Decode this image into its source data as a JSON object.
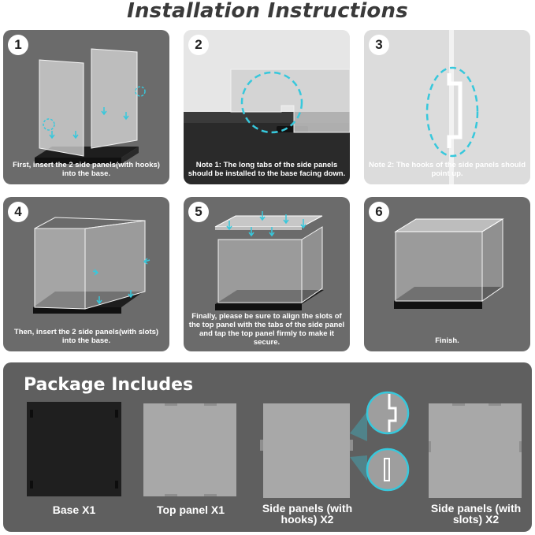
{
  "title": "Installation Instructions",
  "steps": [
    {
      "num": "1",
      "caption": "First, insert the 2 side panels(with hooks) into the base."
    },
    {
      "num": "2",
      "caption": "Note 1: The long tabs of the side panels should be installed to the base facing down."
    },
    {
      "num": "3",
      "caption": "Note 2: The hooks of the side panels should point up."
    },
    {
      "num": "4",
      "caption": "Then, insert the 2 side panels(with slots) into the base."
    },
    {
      "num": "5",
      "caption": "Finally, please be sure to align the slots of the top panel with the tabs of the side panel and tap the top panel firmly to make it secure."
    },
    {
      "num": "6",
      "caption": "Finish."
    }
  ],
  "package": {
    "title": "Package Includes",
    "items": [
      {
        "label": "Base X1"
      },
      {
        "label": "Top panel X1"
      },
      {
        "label": "Side panels (with hooks) X2"
      },
      {
        "label": "Side panels (with slots) X2"
      }
    ]
  },
  "colors": {
    "panel_bg": "#6b6b6b",
    "panel_light_bg": "#dcdcdc",
    "accent_cyan": "#37c8dc",
    "acrylic": "#c9c9c9",
    "base_black": "#1e1e1e"
  }
}
